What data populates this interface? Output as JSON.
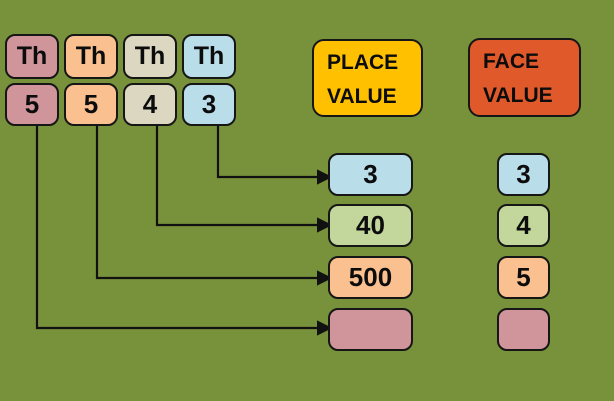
{
  "palette": {
    "background": "#78923C",
    "pink": "#D0949B",
    "orange": "#FAC090",
    "tan": "#DBD7C1",
    "blue": "#B9DDE9",
    "green": "#C3D69B",
    "yellow": "#FFC000",
    "red_orange": "#E0592B",
    "line": "#111111"
  },
  "digit_table": {
    "headers": [
      "Th",
      "Th",
      "Th",
      "Th"
    ],
    "digits": [
      "5",
      "5",
      "4",
      "3"
    ]
  },
  "place_value_header": {
    "line1": "PLACE",
    "line2": "VALUE"
  },
  "face_value_header": {
    "line1": "FACE",
    "line2": "VALUE"
  },
  "place_values": [
    "3",
    "40",
    "500",
    ""
  ],
  "face_values": [
    "3",
    "4",
    "5",
    ""
  ]
}
